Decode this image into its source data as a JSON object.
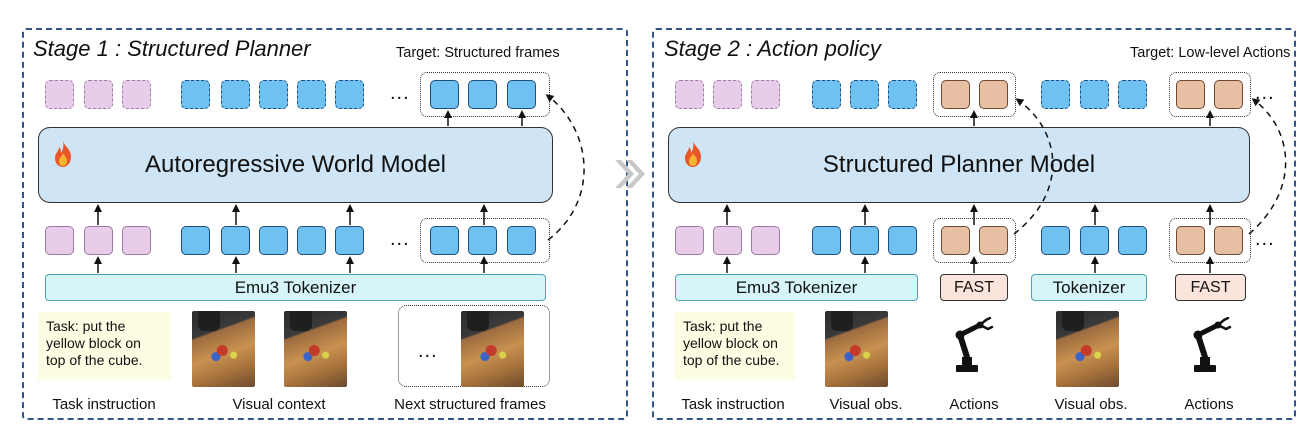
{
  "stage1": {
    "title": "Stage 1 : Structured Planner",
    "target": "Target: Structured frames",
    "model": "Autoregressive World Model",
    "tokenizer": "Emu3 Tokenizer",
    "task_text": "Task: put the yellow block on top of the cube.",
    "ellipsis": "...",
    "captions": [
      "Task instruction",
      "Visual context",
      "Next structured frames"
    ]
  },
  "stage2": {
    "title": "Stage 2 : Action policy",
    "target": "Target: Low-level Actions",
    "model": "Structured Planner Model",
    "tokenizer_emu3": "Emu3 Tokenizer",
    "fast_1": "FAST",
    "tokenizer_plain": "Tokenizer",
    "fast_2": "FAST",
    "task_text": "Task: put the yellow block on top of the cube.",
    "ellipsis": "...",
    "captions": [
      "Task instruction",
      "Visual obs.",
      "Actions",
      "Visual obs.",
      "Actions"
    ]
  },
  "icons": {
    "flame": "flame-icon",
    "robot_arm": "robot-arm-icon",
    "stage_arrow": "double-chevron-right-icon"
  },
  "colors": {
    "panel_border": "#34558a",
    "text_token": "#e8cdea",
    "visual_token": "#6ec1f0",
    "action_token": "#e7bfa3",
    "model_fill": "#cfe5f5",
    "tokenizer_fill": "#d6f5f8",
    "fast_fill": "#fbe4dc",
    "task_fill": "#fdfde4"
  }
}
